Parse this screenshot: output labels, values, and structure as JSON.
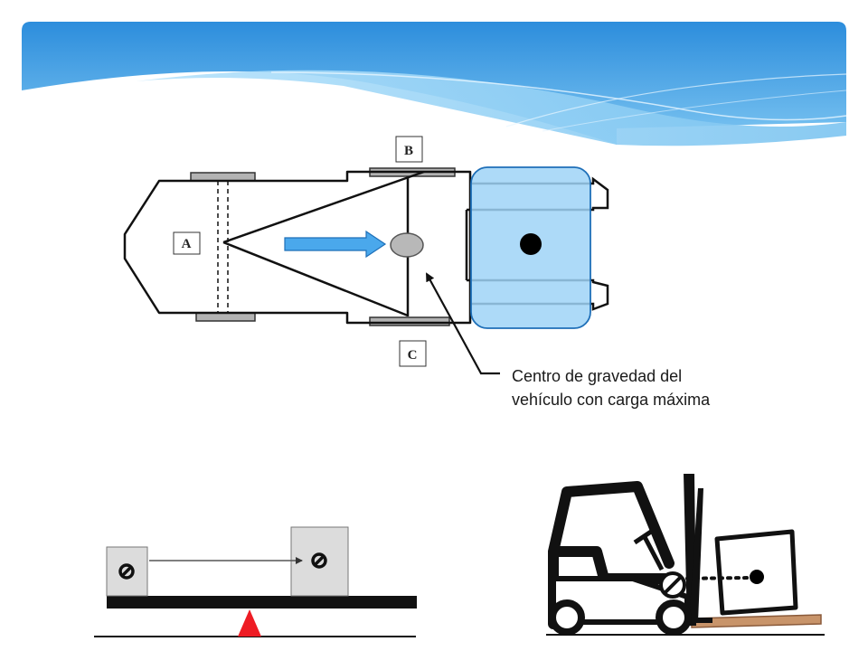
{
  "diagram": {
    "point_labels": {
      "a": "A",
      "b": "B",
      "c": "C"
    },
    "caption": {
      "line1": "Centro de gravedad del",
      "line2": "vehículo con carga máxima"
    }
  },
  "colors": {
    "banner_dark": "#2f90de",
    "banner_light": "#8fd0f5",
    "load_fill": "#9fd3f7",
    "load_stroke": "#1e6fb8",
    "arrow_fill": "#4aa8ec",
    "center_of_gravity": "#b8b8b8",
    "wheel": "#b3b3b3",
    "fulcrum": "#ee1c24",
    "pallet": "#c8946a"
  },
  "icons": {
    "no_symbol": "prohibited-icon",
    "forklift": "forklift-icon"
  }
}
